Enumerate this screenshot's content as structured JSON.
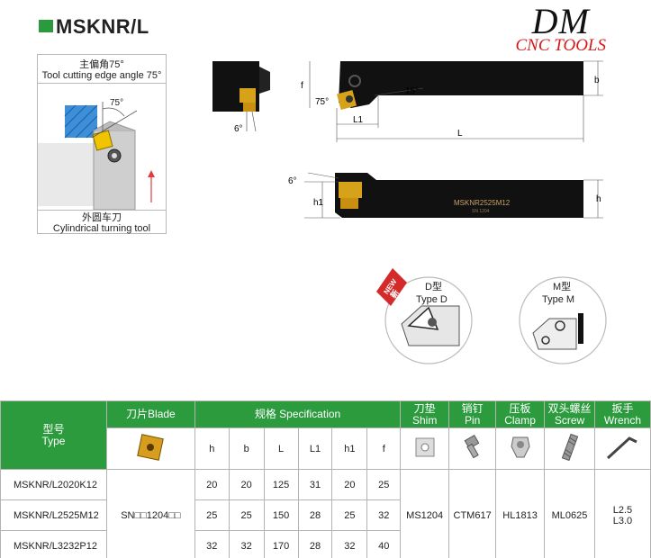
{
  "header": {
    "title": "MSKNR/L"
  },
  "brand": {
    "main": "DM",
    "sub": "CNC TOOLS"
  },
  "left_box": {
    "cap1": "主偏角75°",
    "cap2": "Tool cutting edge angle 75°",
    "angle": "75°",
    "cap3": "外圆车刀",
    "cap4": "Cylindrical turning tool"
  },
  "drawings": {
    "side_angle": "6°",
    "top_angle_left": "75°",
    "top_angle_right": "15°",
    "dim_f": "f",
    "dim_b": "b",
    "dim_L1": "L1",
    "dim_L": "L",
    "bottom_angle": "6°",
    "dim_h1": "h1",
    "dim_h": "h",
    "shank_marking": "MSKNR2525M12",
    "shank_marking_small": "SN 1204"
  },
  "badges": {
    "new_text": "NEW",
    "new_cn": "新",
    "d_cn": "D型",
    "d_en": "Type D",
    "m_cn": "M型",
    "m_en": "Type M"
  },
  "colors": {
    "accent_green": "#2b9b3e",
    "brand_red": "#d51919",
    "insert_gold": "#d6a21a",
    "body_black": "#111111"
  },
  "table": {
    "type_cn": "型号",
    "type_en": "Type",
    "blade": "刀片Blade",
    "spec": "规格 Specification",
    "shim_cn": "刀垫",
    "shim_en": "Shim",
    "pin_cn": "销钉",
    "pin_en": "Pin",
    "clamp_cn": "压板",
    "clamp_en": "Clamp",
    "screw_cn": "双头螺丝",
    "screw_en": "Screw",
    "wrench_cn": "扳手",
    "wrench_en": "Wrench",
    "cols": [
      "h",
      "b",
      "L",
      "L1",
      "h1",
      "f"
    ],
    "rows": [
      {
        "type": "MSKNR/L2020K12",
        "vals": [
          "20",
          "20",
          "125",
          "31",
          "20",
          "25"
        ]
      },
      {
        "type": "MSKNR/L2525M12",
        "vals": [
          "25",
          "25",
          "150",
          "28",
          "25",
          "32"
        ]
      },
      {
        "type": "MSKNR/L3232P12",
        "vals": [
          "32",
          "32",
          "170",
          "28",
          "32",
          "40"
        ]
      }
    ],
    "blade_value": "SN□□1204□□",
    "shim_value": "MS1204",
    "pin_value": "CTM617",
    "clamp_value": "HL1813",
    "screw_value": "ML0625",
    "wrench_value_1": "L2.5",
    "wrench_value_2": "L3.0"
  }
}
